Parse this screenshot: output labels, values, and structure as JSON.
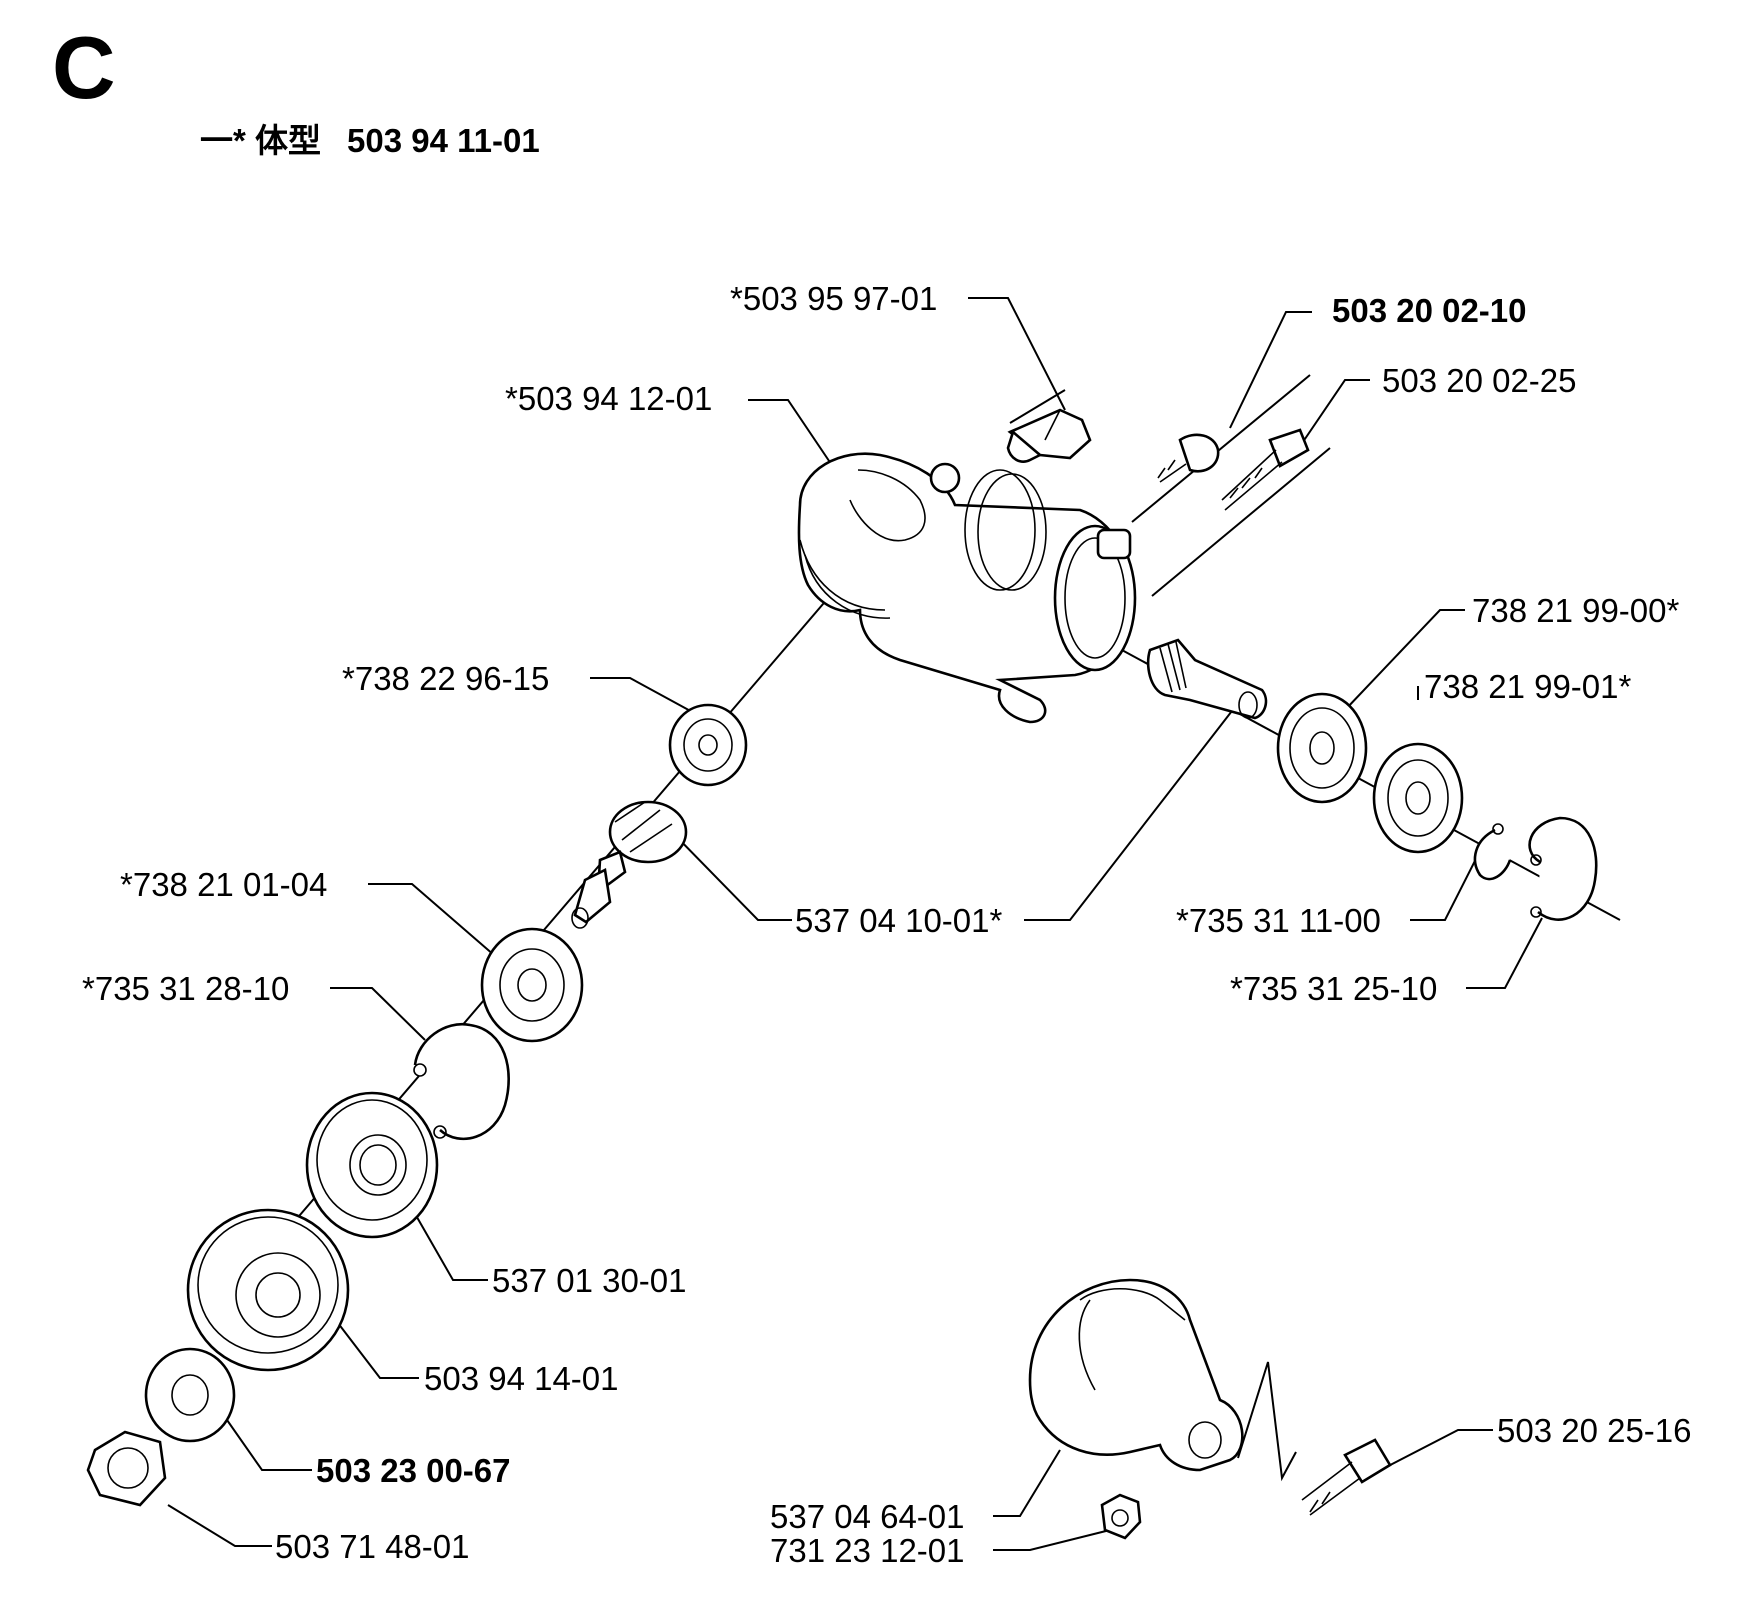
{
  "section": "C",
  "assembly": {
    "name": "一* 体型",
    "number": "503 94 11-01"
  },
  "labels": [
    {
      "id": "l1",
      "text": "*503 95 97-01",
      "bold": false
    },
    {
      "id": "l2",
      "text": "503 20 02-10",
      "bold": true
    },
    {
      "id": "l3",
      "text": "*503 94 12-01",
      "bold": false
    },
    {
      "id": "l4",
      "text": "503 20 02-25",
      "bold": false
    },
    {
      "id": "l5",
      "text": "738 21 99-00*",
      "bold": false
    },
    {
      "id": "l6",
      "text": "*738 22 96-15",
      "bold": false
    },
    {
      "id": "l7",
      "text": "738 21 99-01*",
      "bold": false
    },
    {
      "id": "l8",
      "text": "*738 21 01-04",
      "bold": false
    },
    {
      "id": "l9",
      "text": "537 04 10-01*",
      "bold": false
    },
    {
      "id": "l10",
      "text": "*735 31 11-00",
      "bold": false
    },
    {
      "id": "l11",
      "text": "*735 31 28-10",
      "bold": false
    },
    {
      "id": "l12",
      "text": "*735 31 25-10",
      "bold": false
    },
    {
      "id": "l13",
      "text": "537 01 30-01",
      "bold": false
    },
    {
      "id": "l14",
      "text": "503 94 14-01",
      "bold": false
    },
    {
      "id": "l15",
      "text": "503 23 00-67",
      "bold": true
    },
    {
      "id": "l16",
      "text": "503 20 25-16",
      "bold": false
    },
    {
      "id": "l17",
      "text": "537 04 64-01",
      "bold": false
    },
    {
      "id": "l18",
      "text": "731 23 12-01",
      "bold": false
    },
    {
      "id": "l19",
      "text": "503 71 48-01",
      "bold": false
    }
  ]
}
